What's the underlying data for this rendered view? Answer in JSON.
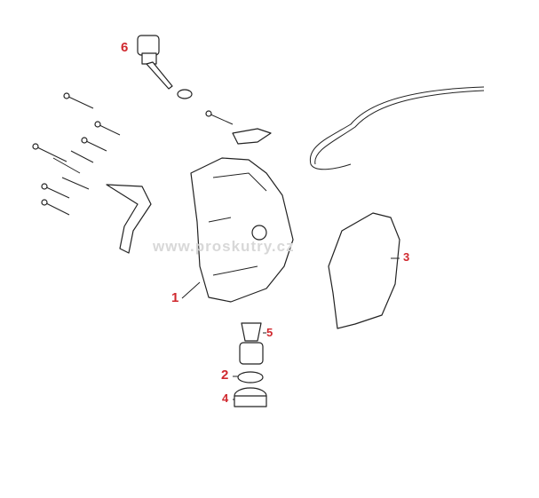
{
  "watermark": "www.proskutry.cz",
  "callouts": [
    {
      "id": "1",
      "text": "1"
    },
    {
      "id": "2",
      "text": "2"
    },
    {
      "id": "3",
      "text": "3"
    },
    {
      "id": "4",
      "text": "4"
    },
    {
      "id": "5",
      "text": "5"
    },
    {
      "id": "6",
      "text": "6"
    }
  ],
  "colors": {
    "callout": "#d0282e",
    "line": "#222222"
  }
}
